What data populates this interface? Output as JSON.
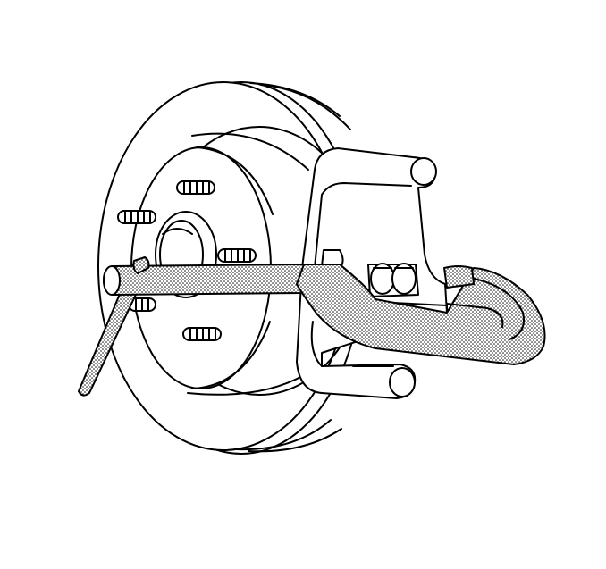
{
  "figure": {
    "colors": {
      "line": "#000000",
      "background": "#ffffff",
      "stipple": "#000000"
    },
    "parts": [
      "brake-rotor",
      "wheel-hub",
      "wheel-studs",
      "brake-caliper",
      "caliper-piston",
      "caliper-compressor-tool",
      "tool-handle"
    ]
  }
}
